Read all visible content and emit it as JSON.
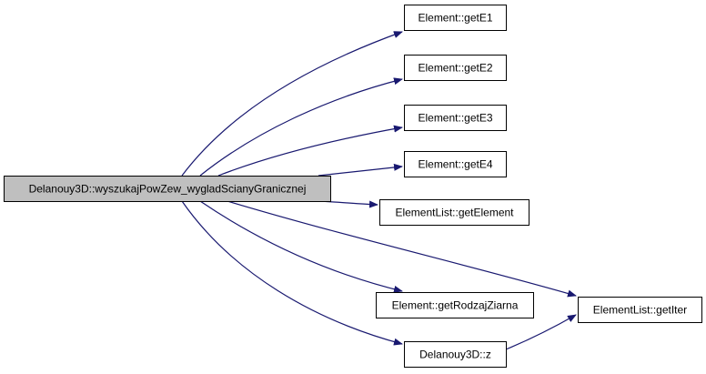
{
  "colors": {
    "edge": "#191970",
    "root_fill": "#bfbfbf",
    "node_fill": "#ffffff",
    "border": "#000000"
  },
  "root": {
    "id": "root",
    "label": "Delanouy3D::wyszukajPowZew_wygladScianyGranicznej"
  },
  "nodes": [
    {
      "id": "getE1",
      "label": "Element::getE1"
    },
    {
      "id": "getE2",
      "label": "Element::getE2"
    },
    {
      "id": "getE3",
      "label": "Element::getE3"
    },
    {
      "id": "getE4",
      "label": "Element::getE4"
    },
    {
      "id": "getElement",
      "label": "ElementList::getElement"
    },
    {
      "id": "getRodzajZiarna",
      "label": "Element::getRodzajZiarna"
    },
    {
      "id": "z",
      "label": "Delanouy3D::z"
    },
    {
      "id": "getIter",
      "label": "ElementList::getIter"
    }
  ],
  "edges": [
    {
      "from": "root",
      "to": "getE1"
    },
    {
      "from": "root",
      "to": "getE2"
    },
    {
      "from": "root",
      "to": "getE3"
    },
    {
      "from": "root",
      "to": "getE4"
    },
    {
      "from": "root",
      "to": "getElement"
    },
    {
      "from": "root",
      "to": "getRodzajZiarna"
    },
    {
      "from": "root",
      "to": "z"
    },
    {
      "from": "root",
      "to": "getIter"
    },
    {
      "from": "z",
      "to": "getIter"
    }
  ]
}
